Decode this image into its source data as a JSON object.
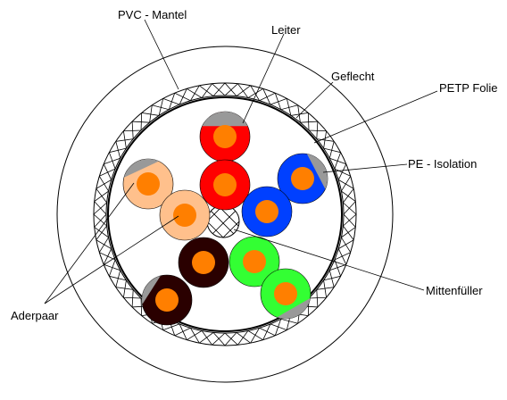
{
  "labels": {
    "pvc_mantel": "PVC - Mantel",
    "leiter": "Leiter",
    "geflecht": "Geflecht",
    "petp_folie": "PETP Folie",
    "pe_isolation": "PE - Isolation",
    "mittenfueller": "Mittenfüller",
    "aderpaar": "Aderpaar"
  },
  "colors": {
    "conductor": "#ff7f00",
    "stripe": "#999999",
    "pairs": {
      "red": "#ff0000",
      "blue": "#0040ff",
      "green": "#33ff33",
      "brown": "#2a0000",
      "peach": "#ffc08c"
    }
  },
  "cores": [
    {
      "name": "red-core-outer",
      "color": "red",
      "stripe": true
    },
    {
      "name": "red-core-inner",
      "color": "red",
      "stripe": false
    },
    {
      "name": "blue-core-outer",
      "color": "blue",
      "stripe": true
    },
    {
      "name": "blue-core-inner",
      "color": "blue",
      "stripe": false
    },
    {
      "name": "green-core-inner",
      "color": "green",
      "stripe": false
    },
    {
      "name": "green-core-outer",
      "color": "green",
      "stripe": true
    },
    {
      "name": "brown-core-inner",
      "color": "brown",
      "stripe": false
    },
    {
      "name": "brown-core-outer",
      "color": "brown",
      "stripe": true
    },
    {
      "name": "peach-core-outer",
      "color": "peach",
      "stripe": true
    },
    {
      "name": "peach-core-inner",
      "color": "peach",
      "stripe": false
    }
  ]
}
